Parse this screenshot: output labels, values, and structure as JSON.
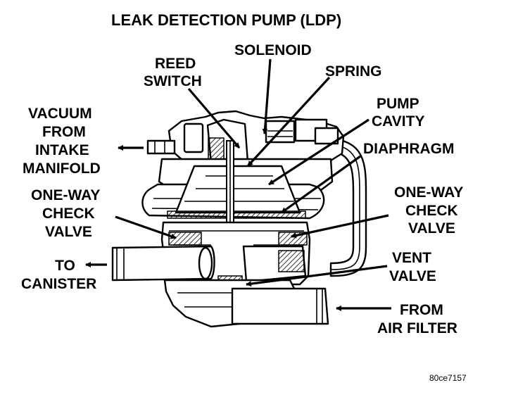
{
  "title": "LEAK DETECTION PUMP (LDP)",
  "labels": {
    "solenoid": "SOLENOID",
    "reed_switch": [
      "REED",
      "SWITCH"
    ],
    "spring": "SPRING",
    "pump_cavity": [
      "PUMP",
      "CAVITY"
    ],
    "vacuum": [
      "VACUUM",
      "FROM",
      "INTAKE",
      "MANIFOLD"
    ],
    "diaphragm": "DIAPHRAGM",
    "check_valve_left": [
      "ONE-WAY",
      "CHECK",
      "VALVE"
    ],
    "check_valve_right": [
      "ONE-WAY",
      "CHECK",
      "VALVE"
    ],
    "to_canister": [
      "TO",
      "CANISTER"
    ],
    "vent_valve": [
      "VENT",
      "VALVE"
    ],
    "from_air_filter": [
      "FROM",
      "AIR FILTER"
    ]
  },
  "reference_code": "80ce7157"
}
